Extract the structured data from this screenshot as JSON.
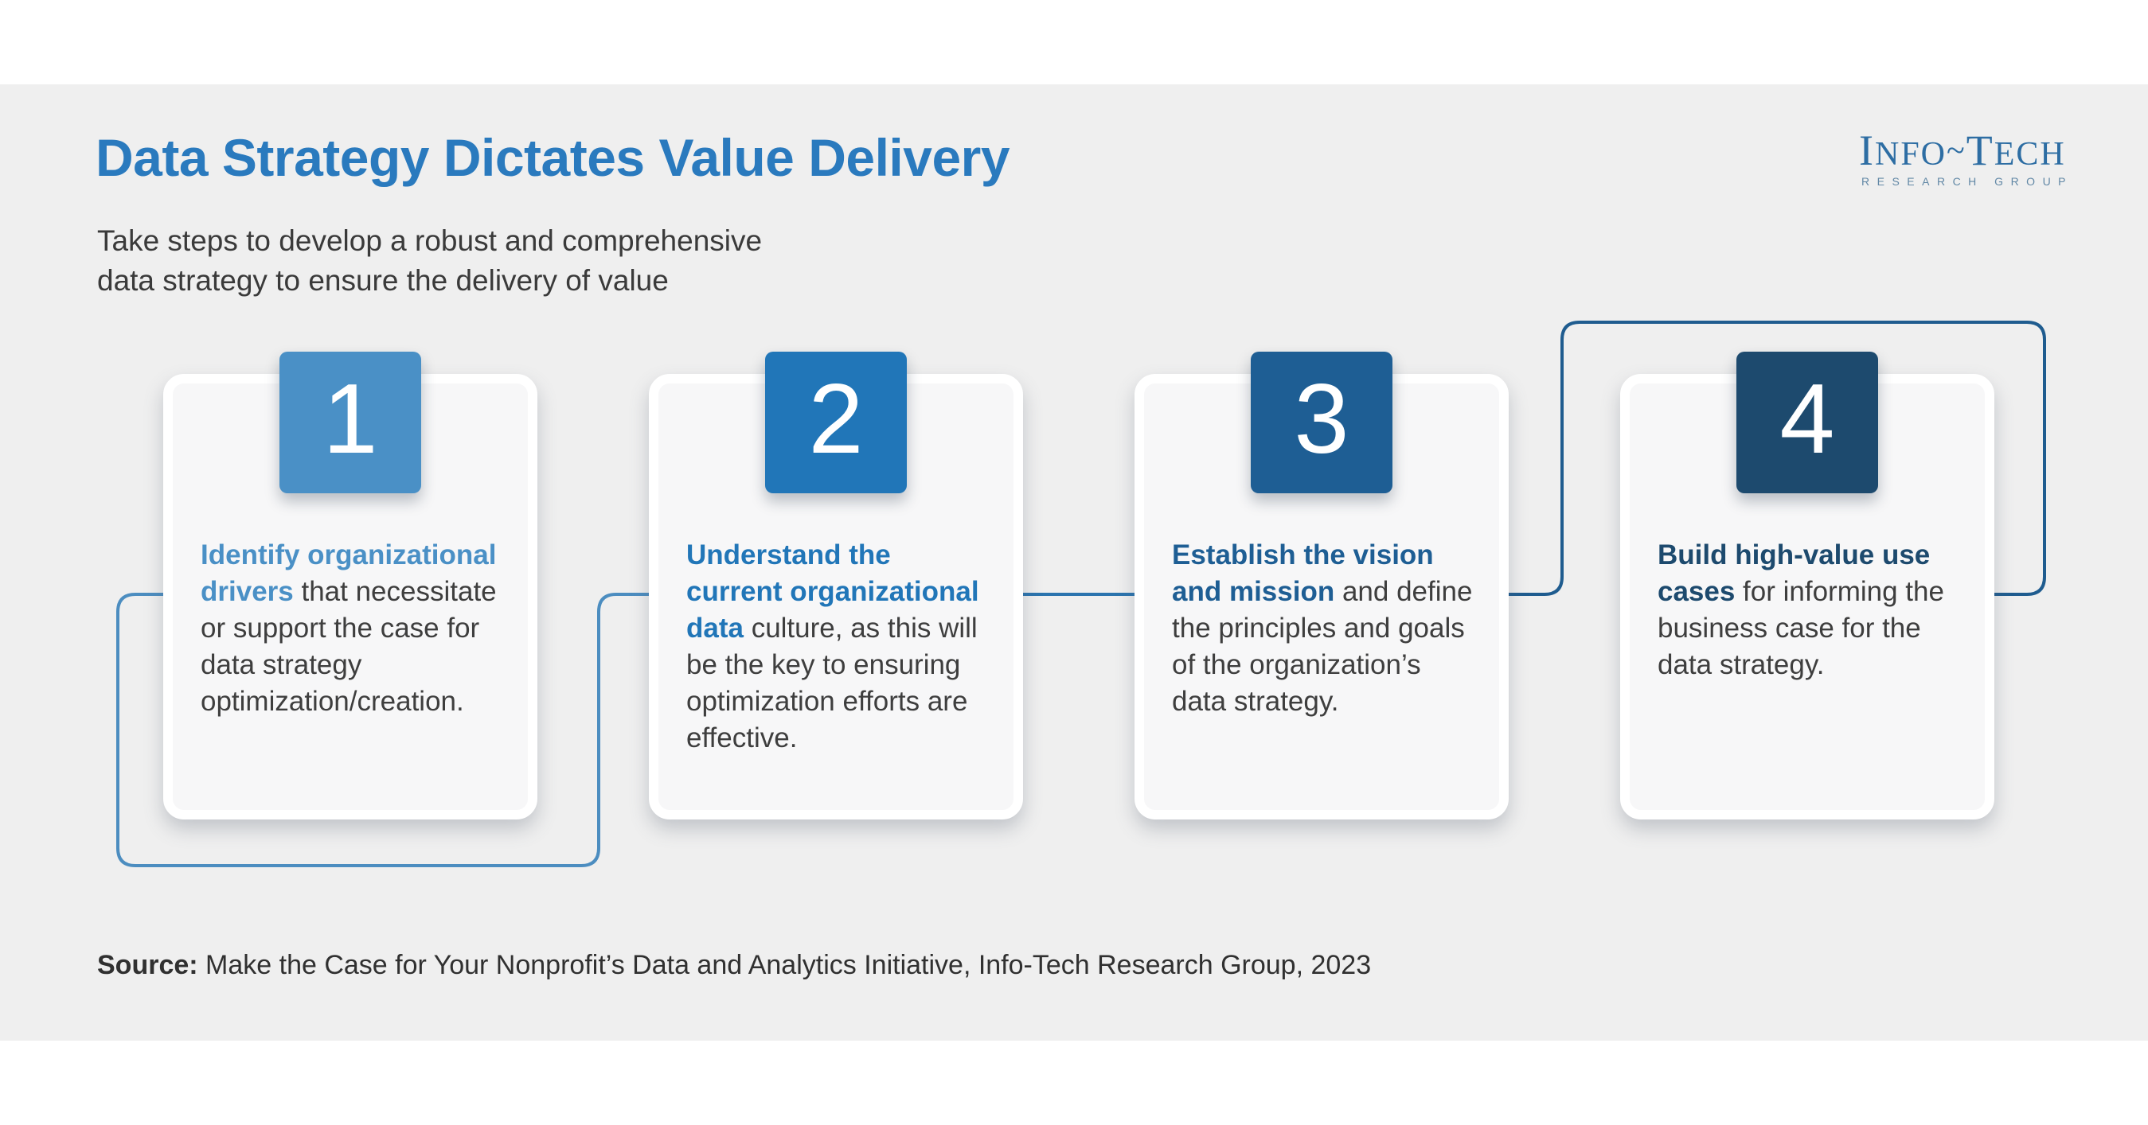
{
  "page": {
    "title": "Data Strategy Dictates Value Delivery",
    "subtitle_line1": "Take steps to develop a robust and comprehensive",
    "subtitle_line2": "data strategy to ensure the delivery of value",
    "source_label": "Source:",
    "source_text": " Make the Case for Your Nonprofit’s Data and Analytics Initiative, Info-Tech Research Group, 2023"
  },
  "logo": {
    "part1": "INFO",
    "separator": "~",
    "part2": "TECH",
    "tagline": "RESEARCH GROUP",
    "color": "#2d6da3"
  },
  "colors": {
    "panel_bg": "#efefef",
    "title_blue": "#2a7abe",
    "body_text": "#3e3e3e",
    "connector_light": "#4c8dc0",
    "connector_mid": "#2b74ae",
    "connector_dark": "#1f5c8f"
  },
  "steps": [
    {
      "number": "1",
      "accent": "#4a90c6",
      "heading": "Identify organizational drivers",
      "body": " that necessitate or support the case for data strategy optimization/creation."
    },
    {
      "number": "2",
      "accent": "#2176b8",
      "heading": "Understand the current organizational data",
      "body": " culture, as this will be the key to ensuring optimization efforts are effective."
    },
    {
      "number": "3",
      "accent": "#1e5e94",
      "heading": "Establish the vision and mission",
      "body": " and define the principles and goals of the organization’s data strategy."
    },
    {
      "number": "4",
      "accent": "#1d4a6e",
      "heading": "Build high-value use cases",
      "body": " for informing the business case for the data strategy."
    }
  ]
}
